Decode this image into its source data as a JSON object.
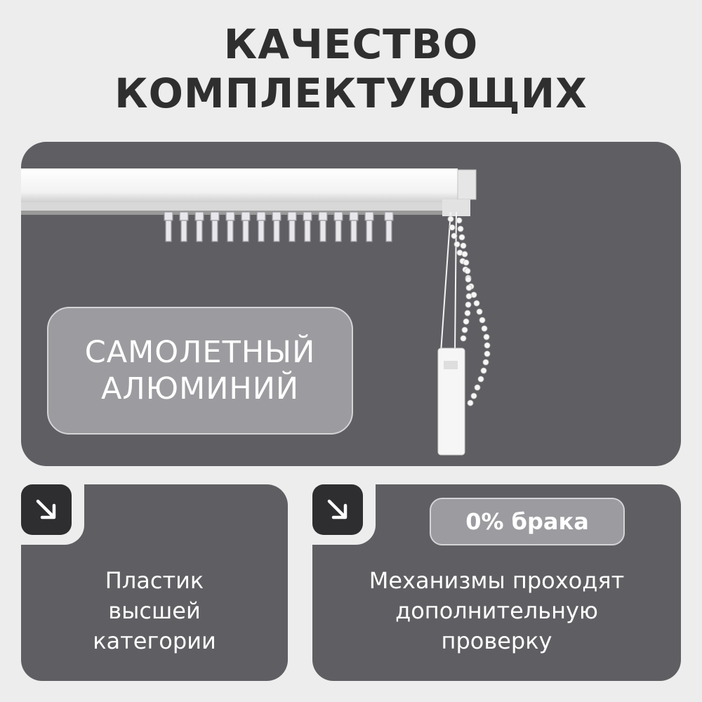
{
  "title": {
    "line1": "КАЧЕСТВО",
    "line2": "КОМПЛЕКТУЮЩИХ"
  },
  "hero": {
    "badge_line1": "САМОЛЕТНЫЙ",
    "badge_line2": "АЛЮМИНИЙ",
    "image_subject": "white vertical-blind cornice with runners and bead chain control"
  },
  "cards": [
    {
      "icon": "arrow-down-right-icon",
      "lines": [
        "Пластик",
        "высшей",
        "категории"
      ]
    },
    {
      "icon": "arrow-down-right-icon",
      "badge": "0% брака",
      "lines": [
        "Механизмы проходят",
        "дополнительную",
        "проверку"
      ]
    }
  ],
  "colors": {
    "background": "#ededed",
    "panel": "#5f5f63",
    "badge": "#9c9ca0",
    "icon_box": "#2e2e30",
    "title": "#2f2f2f",
    "text": "#ffffff"
  }
}
